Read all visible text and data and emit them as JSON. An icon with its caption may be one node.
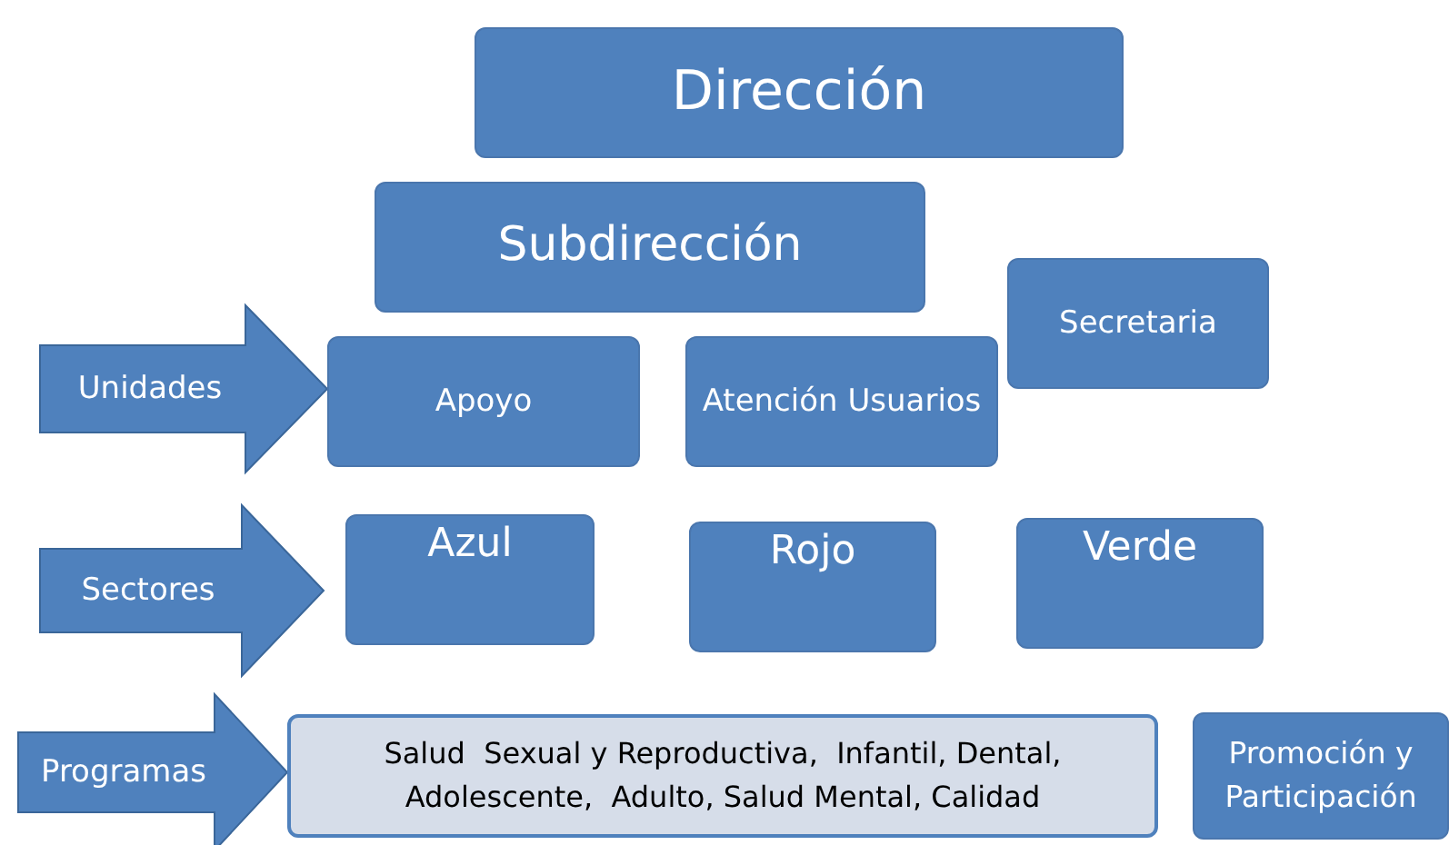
{
  "diagram": {
    "nodes": [
      {
        "text": [
          "Dirección"
        ]
      },
      {
        "text": [
          "Subdirección"
        ]
      },
      {
        "text": [
          "Secretaria"
        ]
      },
      {
        "text": [
          "Apoyo"
        ]
      },
      {
        "text": [
          "Atención Usuarios"
        ]
      },
      {
        "text": [
          "Azul"
        ]
      },
      {
        "text": [
          "Rojo"
        ]
      },
      {
        "text": [
          "Verde"
        ]
      },
      {
        "text": [
          "Salud  Sexual y Reproductiva,  Infantil, Dental, Adolescente,  Adulto, Salud Mental, Calidad"
        ]
      },
      {
        "text": [
          "Promoción y Participación"
        ]
      }
    ],
    "edges": [
      {
        "from": null,
        "to": 3,
        "arrow": "to",
        "label": "Unidades"
      },
      {
        "from": null,
        "to": 5,
        "arrow": "to",
        "label": "Sectores"
      },
      {
        "from": null,
        "to": 8,
        "arrow": "to",
        "label": "Programas"
      }
    ]
  }
}
